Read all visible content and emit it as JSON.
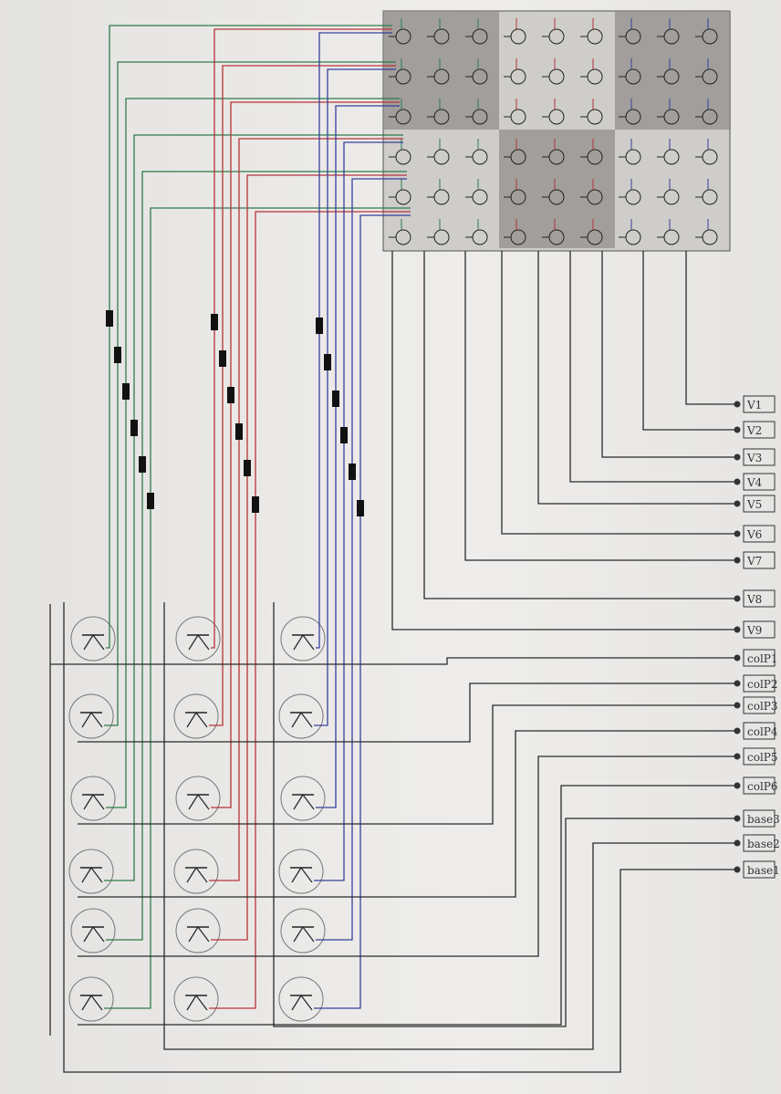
{
  "diagram": {
    "led_matrix": {
      "rows": 6,
      "cols": 9
    },
    "row_labels": [
      "V1",
      "V2",
      "V3",
      "V4",
      "V5",
      "V6",
      "V7",
      "V8",
      "V9"
    ],
    "col_labels": [
      "colP1",
      "colP2",
      "colP3",
      "colP4",
      "colP5",
      "colP6"
    ],
    "base_labels": [
      "base3",
      "base2",
      "base1"
    ],
    "wire_colors": {
      "group1": "#2f7a4a",
      "group2": "#b8323a",
      "group3": "#36409a",
      "plain": "#2a2a2a"
    },
    "shade_color": "#8d8a87"
  }
}
